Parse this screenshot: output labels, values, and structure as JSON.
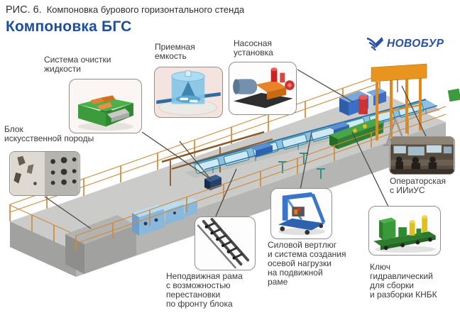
{
  "caption": {
    "prefix": "РИС. 6.",
    "text": "Компоновка бурового горизонтального стенда"
  },
  "title": "Компоновка БГС",
  "logo": {
    "text": "НОВОБУР",
    "icon": "novobur-wing-icon",
    "color": "#2b4fa2"
  },
  "callouts": [
    {
      "id": "cleaning-system",
      "label": "Система очистки\nжидкости"
    },
    {
      "id": "receiving-tank",
      "label": "Приемная\nемкость"
    },
    {
      "id": "pump-unit",
      "label": "Насосная\nустановка"
    },
    {
      "id": "artificial-rock-block",
      "label": "Блок\nискусственной породы"
    },
    {
      "id": "operator-room",
      "label": "Операторская\nс ИИиУС"
    },
    {
      "id": "fixed-frame",
      "label": "Неподвижная рама\nс возможностью\nперестановки\nпо фронту блока"
    },
    {
      "id": "power-swivel",
      "label": "Силовой вертлюг\nи система создания\nосевой нагрузки\nна подвижной\nраме"
    },
    {
      "id": "hydraulic-tong",
      "label": "Ключ\nгидравлический\nдля сборки\nи разборки КНБК"
    }
  ],
  "icons": {
    "novobur-wing-icon": "stylized blue bird wing",
    "shale-shaker-illustration": "green cleaning unit",
    "tank-illustration": "blue receiving tank",
    "pump-illustration": "pump with motor",
    "rock-block-photo": "concrete block with drill holes",
    "operator-room-photo": "control room with screens",
    "fixed-frame-illustration": "rail frame",
    "power-swivel-illustration": "blue swivel carriage",
    "hydraulic-tong-illustration": "green tong with yellow cylinders"
  },
  "palette": {
    "title_blue": "#1d4f9e",
    "logo_blue": "#2b4fa2",
    "label_gray": "#3a3a3a",
    "callout_border": "#8f8f8f",
    "platform_gray": "#cbcbc9",
    "railing_orange": "#cf8a3a",
    "track_blue": "#2f6fae",
    "gantry_orange": "#e08a1e",
    "machine_green": "#3f9a3f"
  }
}
